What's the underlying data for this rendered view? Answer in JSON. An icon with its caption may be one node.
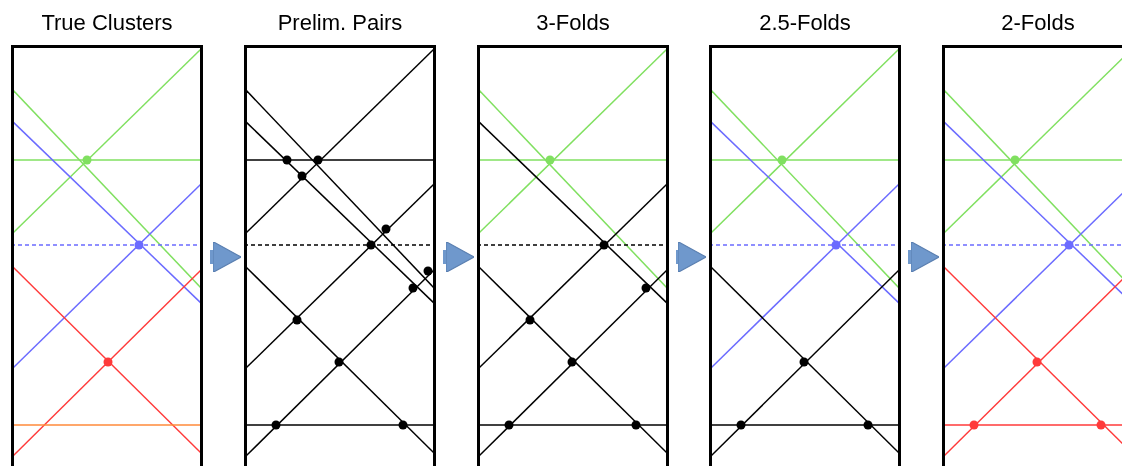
{
  "diagram": {
    "nodes": [
      {
        "text": [
          "True Clusters"
        ]
      },
      {
        "text": [
          "Prelim. Pairs"
        ]
      },
      {
        "text": [
          "3-Folds"
        ]
      },
      {
        "text": [
          "2.5-Folds"
        ]
      },
      {
        "text": [
          "2-Folds"
        ]
      }
    ],
    "edges": [
      {
        "from": 0,
        "to": 1,
        "arrow": "to"
      },
      {
        "from": 1,
        "to": 2,
        "arrow": "to"
      },
      {
        "from": 2,
        "to": 3,
        "arrow": "to"
      },
      {
        "from": 3,
        "to": 4,
        "arrow": "to"
      }
    ]
  }
}
